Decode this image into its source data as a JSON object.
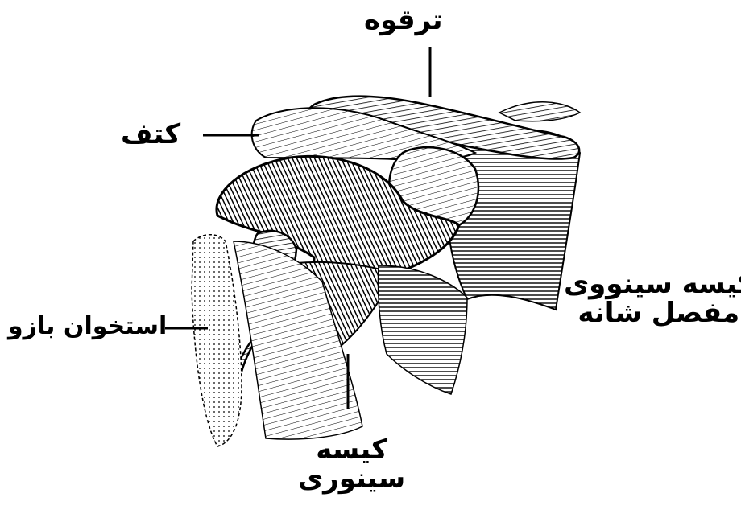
{
  "labels": {
    "clavicle": "ترقوه",
    "scapula": "کتف",
    "humerus": "استخوان بازو",
    "shoulder_joint_bursa": {
      "line1": "کیسه سینووی",
      "line2": "مفصل شانه"
    },
    "synovial_bursa": {
      "line1": "کیسه",
      "line2": "سینوری"
    }
  },
  "colors": {
    "ink": "#000000",
    "background": "#ffffff"
  }
}
